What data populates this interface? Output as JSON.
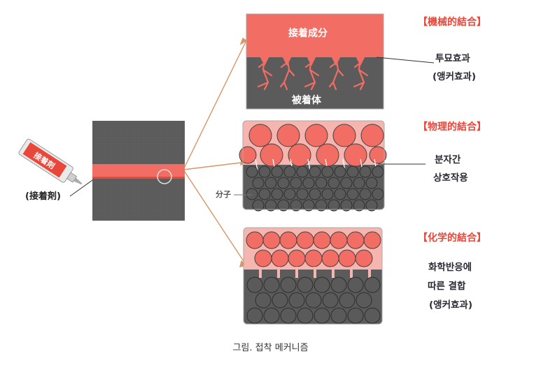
{
  "adhesive_tube": {
    "tube_label": "接着剤",
    "label": "(接着剤)"
  },
  "panels": {
    "mechanical": {
      "title": "【機械的結合】",
      "top_label": "接着成分",
      "bottom_label": "被着体",
      "desc_lines": [
        "투묘효과",
        "(앵커효과)"
      ]
    },
    "physical": {
      "title": "【物理的結合】",
      "desc_lines": [
        "분자간",
        "상호작용"
      ],
      "molecule_label": "分子"
    },
    "chemical": {
      "title": "【化学的結合】",
      "desc_lines": [
        "화학반응에",
        "따른 결합",
        "(앵커효과)"
      ]
    }
  },
  "colors": {
    "accent_red": "#e8473a",
    "salmon": "#f18b80",
    "dark_gray": "#5b5b5b",
    "tan_line": "#d99565"
  },
  "caption": "그림.  접착 메커니즘"
}
